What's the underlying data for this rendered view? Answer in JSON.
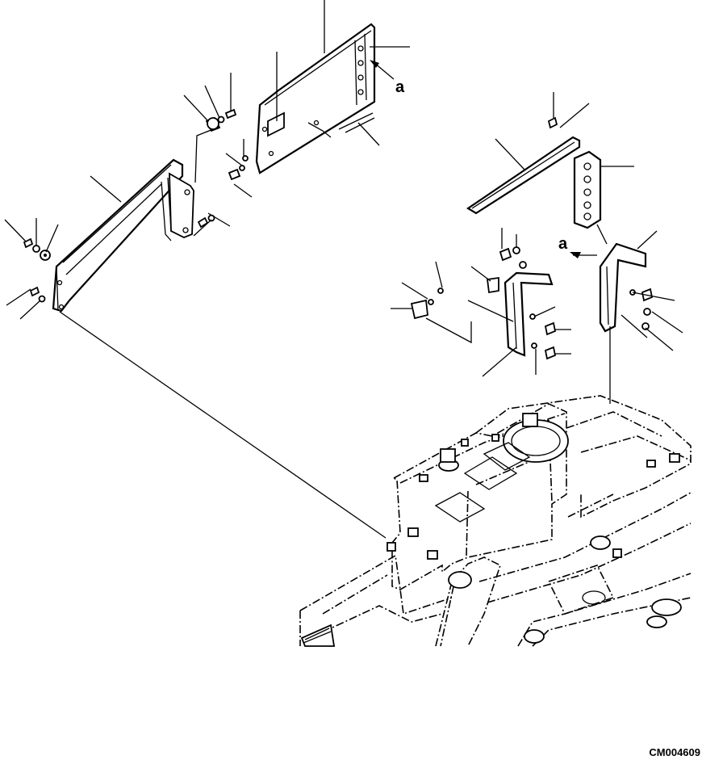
{
  "view_labels": {
    "a_upper": "a",
    "a_right": "a"
  },
  "drawing_code": "CM004609"
}
